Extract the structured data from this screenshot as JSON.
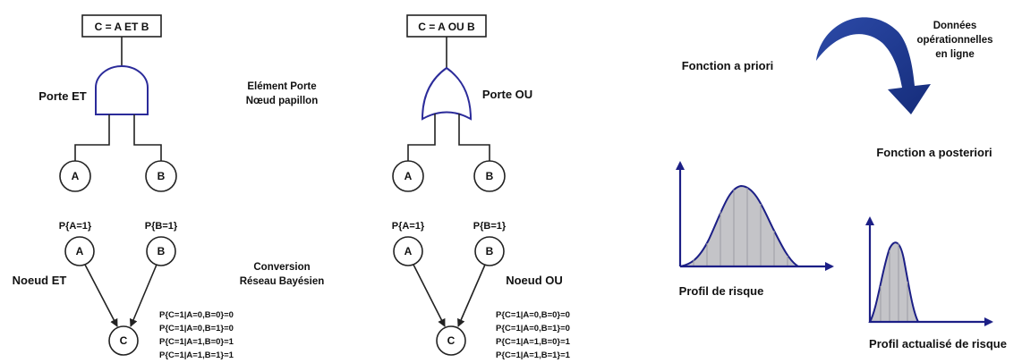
{
  "and_gate": {
    "expression": "C = A ET B",
    "gate_label": "Porte ET",
    "input_a": "A",
    "input_b": "B"
  },
  "or_gate": {
    "expression": "C = A OU B",
    "gate_label": "Porte OU",
    "input_a": "A",
    "input_b": "B"
  },
  "center_labels": {
    "element_line1": "Elément Porte",
    "element_line2": "Nœud papillon",
    "conversion_line1": "Conversion",
    "conversion_line2": "Réseau Bayésien"
  },
  "and_node": {
    "label": "Noeud ET",
    "prob_a": "P{A=1}",
    "prob_b": "P{B=1}",
    "node_a": "A",
    "node_b": "B",
    "node_c": "C",
    "cpt": [
      "P{C=1|A=0,B=0}=0",
      "P{C=1|A=0,B=1}=0",
      "P{C=1|A=1,B=0}=1",
      "P{C=1|A=1,B=1}=1"
    ]
  },
  "or_node": {
    "label": "Noeud OU",
    "prob_a": "P{A=1}",
    "prob_b": "P{B=1}",
    "node_a": "A",
    "node_b": "B",
    "node_c": "C",
    "cpt": [
      "P{C=1|A=0,B=0}=0",
      "P{C=1|A=0,B=1}=0",
      "P{C=1|A=1,B=0}=1",
      "P{C=1|A=1,B=1}=1"
    ]
  },
  "bayes_update": {
    "data_line1": "Données",
    "data_line2": "opérationnelles",
    "data_line3": "en ligne",
    "prior_label": "Fonction a priori",
    "posterior_label": "Fonction a posteriori",
    "risk_profile": "Profil de risque",
    "updated_risk_profile": "Profil actualisé de risque"
  },
  "colors": {
    "arrow": "#1f3a93",
    "gate_outline": "#2b2b9a",
    "axis": "#1c1f86",
    "curve_fill": "#c4c4c8"
  }
}
